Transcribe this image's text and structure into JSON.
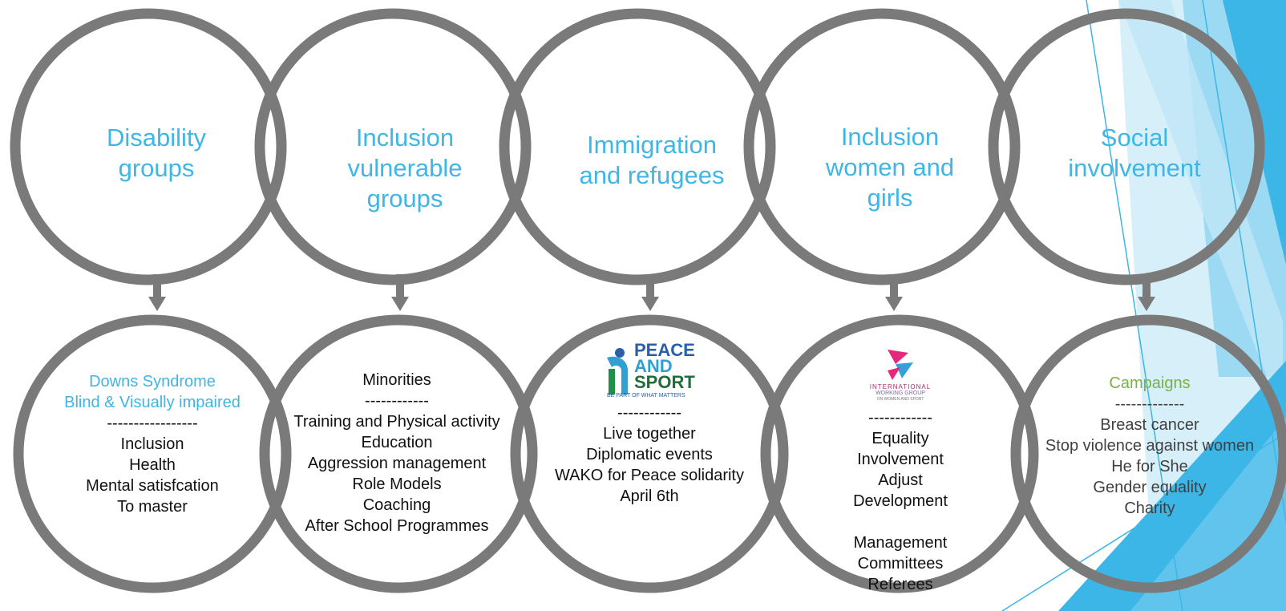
{
  "colors": {
    "ring": "#7a7a7a",
    "title_blue": "#3fb6e6",
    "accent_blue": "#40b5e4",
    "accent_green": "#79b04a",
    "bg_blue_light": "#bfe6f6",
    "bg_blue_mid": "#6fcbef",
    "bg_blue_dark": "#3cb6e6"
  },
  "top": [
    {
      "title": "Disability groups",
      "lines": [
        "Disability",
        "groups"
      ]
    },
    {
      "title": "Inclusion vulnerable groups",
      "lines": [
        "Inclusion",
        "vulnerable",
        "groups"
      ]
    },
    {
      "title": "Immigration and refugees",
      "lines": [
        "Immigration",
        "and refugees"
      ]
    },
    {
      "title": "Inclusion women and girls",
      "lines": [
        "Inclusion",
        "women and",
        "girls"
      ]
    },
    {
      "title": "Social involvement",
      "lines": [
        "Social",
        "involvement"
      ]
    }
  ],
  "bottom": {
    "disability": {
      "heading_1": "Downs Syndrome",
      "heading_2": "Blind & Visually impaired",
      "separator": "-----------------",
      "items": [
        "Inclusion",
        "Health",
        "Mental satisfcation",
        "To master"
      ]
    },
    "vulnerable": {
      "heading": "Minorities",
      "separator": "------------",
      "items": [
        "Training and Physical activity",
        "Education",
        "Aggression management",
        "Role Models",
        "Coaching",
        "After School Programmes"
      ]
    },
    "immigration": {
      "logo": {
        "icon": "peace-and-sport-logo",
        "line1": "PEACE",
        "line2": "AND",
        "line3": "SPORT",
        "tagline": "BE PART OF WHAT MATTERS"
      },
      "separator": "------------",
      "items": [
        "Live together",
        "Diplomatic events",
        "WAKO for Peace solidarity",
        "April 6th"
      ]
    },
    "women": {
      "logo": {
        "icon": "iwg-logo",
        "line1": "INTERNATIONAL",
        "line2": "WORKING GROUP",
        "line3": "ON WOMEN AND SPORT"
      },
      "separator": "------------",
      "items": [
        "Equality",
        "Involvement",
        "Adjust",
        "Development"
      ],
      "items_2": [
        "Management",
        "Committees",
        "Referees"
      ]
    },
    "social": {
      "heading": "Campaigns",
      "separator": "-------------",
      "items": [
        "Breast cancer",
        "Stop violence against women",
        "He for She",
        "Gender equality",
        "Charity"
      ]
    }
  }
}
